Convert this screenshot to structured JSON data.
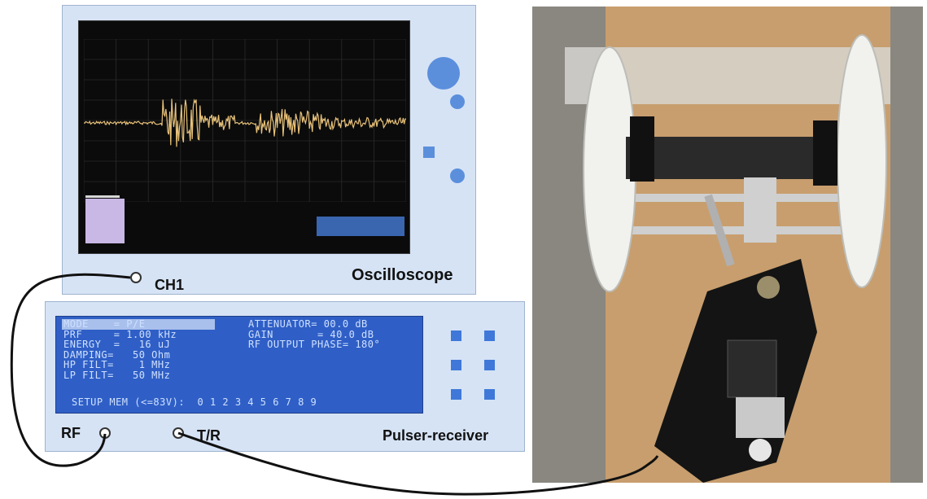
{
  "oscilloscope": {
    "label": "Oscilloscope",
    "channel_label": "CH1"
  },
  "pulser": {
    "label": "Pulser-receiver",
    "rf_label": "RF",
    "tr_label": "T/R",
    "lcd_left": [
      "MODE    = P/E",
      "PRF     = 1.00 kHz",
      "ENERGY  =   16 uJ",
      "DAMPING=   50 Ohm",
      "HP FILT=    1 MHz",
      "LP FILT=   50 MHz"
    ],
    "lcd_right": [
      "ATTENUATOR= 00.0 dB",
      "GAIN       = 40.0 dB",
      "",
      "RF OUTPUT PHASE= 180°"
    ],
    "lcd_bottom": "SETUP MEM (<=83V):  0 1 2 3 4 5 6 7 8 9"
  },
  "colors": {
    "panel": "#d6e3f5",
    "accent": "#5b8fdc",
    "waveform": "#e8c27a",
    "lcd": "#2f5fc6"
  }
}
